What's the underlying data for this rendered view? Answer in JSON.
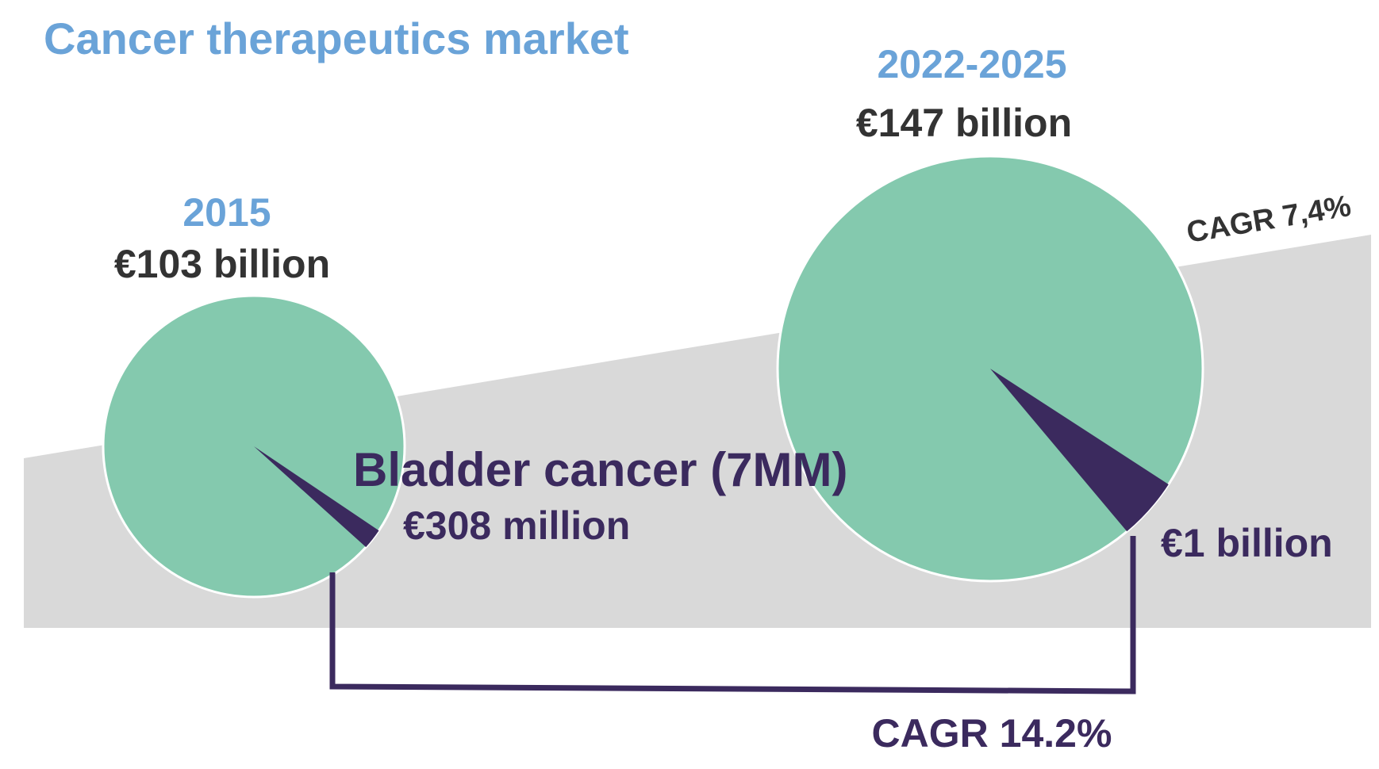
{
  "colors": {
    "title": "#6aa3d8",
    "year": "#6aa3d8",
    "value_text": "#333333",
    "total_market": "#84c9ae",
    "bladder": "#3b2a5e",
    "trend_band": "#d9d9d9",
    "connector": "#3b2a5e"
  },
  "chart_data": {
    "type": "pie",
    "title": "Cancer therapeutics market",
    "units": "€",
    "groups": [
      {
        "year": "2015",
        "total_label": "€103 billion",
        "total_value_billion": 103,
        "slices": [
          {
            "name": "Bladder cancer (7MM)",
            "label": "€308 million",
            "value_billion": 0.308
          },
          {
            "name": "",
            "label": "",
            "value_billion": 102.692
          }
        ]
      },
      {
        "year": "2022-2025",
        "total_label": "€147 billion",
        "total_value_billion": 147,
        "slices": [
          {
            "name": "Bladder cancer (7MM)",
            "label": "€1 billion",
            "value_billion": 1
          },
          {
            "name": "",
            "label": "",
            "value_billion": 146
          }
        ]
      }
    ],
    "segment_label": "Bladder cancer (7MM)",
    "cagr_total": "CAGR 7,4%",
    "cagr_segment": "CAGR 14.2%"
  }
}
